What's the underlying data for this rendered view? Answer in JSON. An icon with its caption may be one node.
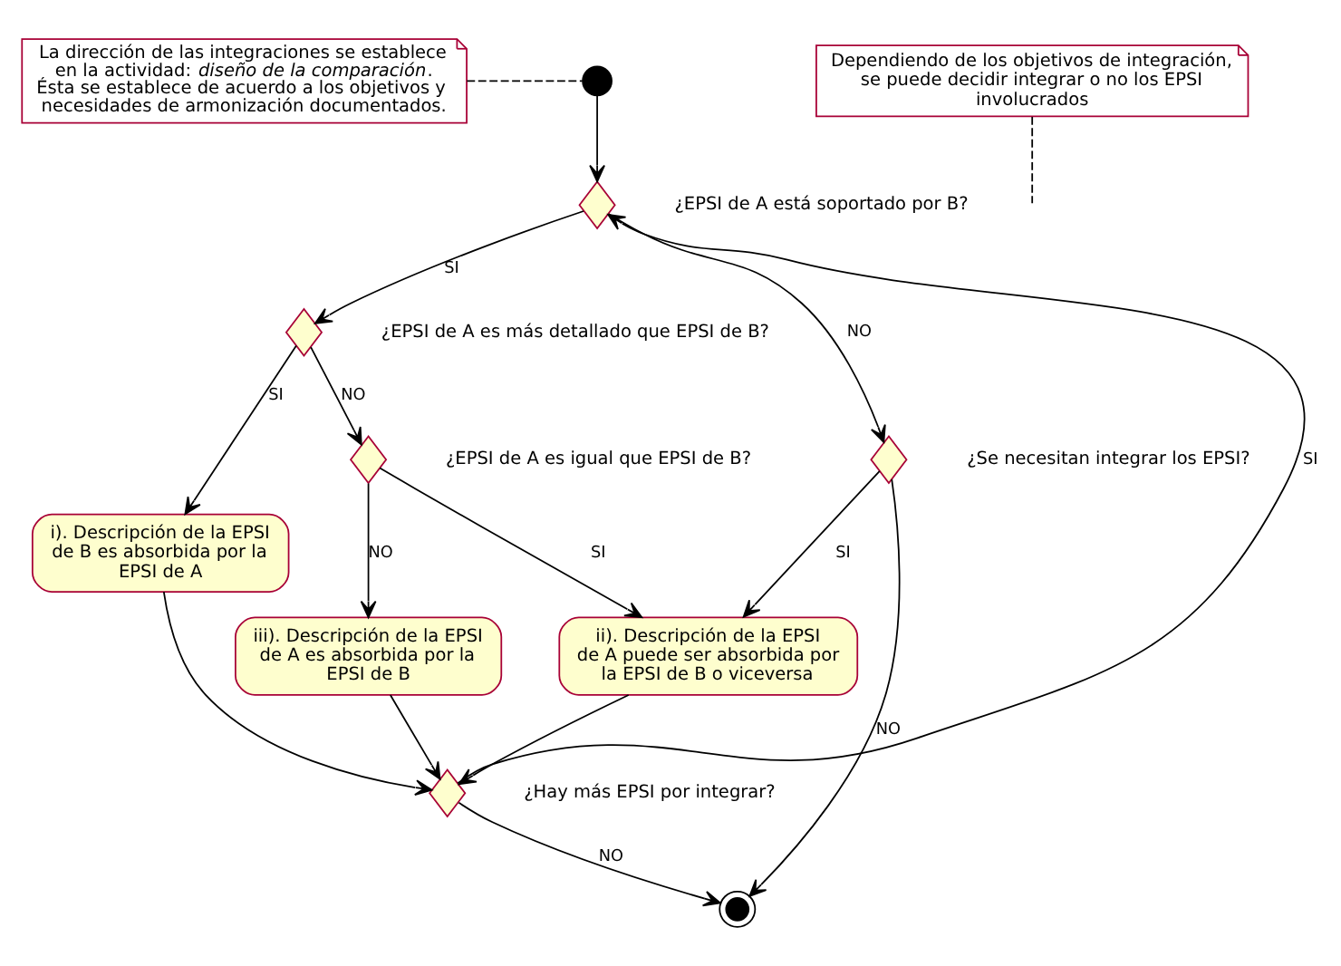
{
  "diagram": {
    "nodes": [
      {
        "text": [],
        "shape": "circle"
      },
      {
        "text": [
          "La dirección de las integraciones se establece en la actividad: *diseño de la comparación*. Ésta se establece de acuerdo a los objetivos y necesidades de armonización documentados."
        ]
      },
      {
        "text": [
          "Dependiendo de los objetivos de integración, se puede decidir integrar o no los EPSI involucrados"
        ]
      },
      {
        "text": [],
        "shape": "diamond",
        "beside": [
          "¿EPSI de A está soportado por B?"
        ]
      },
      {
        "text": [],
        "shape": "diamond",
        "beside": [
          "¿EPSI de A es más detallado que EPSI de B?"
        ]
      },
      {
        "text": [
          "i). Descripción de la EPSI de B es absorbida por la EPSI de A"
        ]
      },
      {
        "text": [],
        "shape": "diamond",
        "beside": [
          "¿EPSI de A es igual que EPSI de B?"
        ]
      },
      {
        "text": [
          "iii). Descripción de la EPSI de A es absorbida por la EPSI de B"
        ]
      },
      {
        "text": [],
        "shape": "diamond",
        "beside": [
          "¿Se necesitan integrar los EPSI?"
        ]
      },
      {
        "text": [
          "ii). Descripción de la EPSI de A puede ser absorbida por la EPSI de B o viceversa"
        ]
      },
      {
        "text": [],
        "shape": "diamond",
        "beside": [
          "¿Hay más EPSI por integrar?"
        ]
      },
      {
        "text": [],
        "shape": "circle"
      }
    ],
    "edges": [
      {
        "from": 0,
        "to": 3,
        "arrow": "to"
      },
      {
        "from": 1,
        "to": 0,
        "arrow": "none",
        "style": "dashed"
      },
      {
        "from": 2,
        "to": null,
        "arrow": "none",
        "style": "dashed"
      },
      {
        "from": 3,
        "to": 8,
        "arrow": "to",
        "label": "NO"
      },
      {
        "from": 3,
        "to": 4,
        "arrow": "to",
        "label": "SI"
      },
      {
        "from": 4,
        "to": 5,
        "arrow": "to",
        "label": "SI"
      },
      {
        "from": 4,
        "to": 6,
        "arrow": "to",
        "label": "NO"
      },
      {
        "from": 6,
        "to": 7,
        "arrow": "to",
        "label": "NO"
      },
      {
        "from": 6,
        "to": 9,
        "arrow": "to",
        "label": "SI"
      },
      {
        "from": 8,
        "to": 9,
        "arrow": "to",
        "label": "SI"
      },
      {
        "from": 8,
        "to": 11,
        "arrow": "to",
        "label": "NO"
      },
      {
        "from": 5,
        "to": 10,
        "arrow": "to"
      },
      {
        "from": 7,
        "to": 10,
        "arrow": "to"
      },
      {
        "from": 9,
        "to": 10,
        "arrow": "to"
      },
      {
        "from": 10,
        "to": 3,
        "arrow": "to",
        "label": "SI"
      },
      {
        "from": 10,
        "to": 11,
        "arrow": "to",
        "label": "NO"
      }
    ]
  }
}
